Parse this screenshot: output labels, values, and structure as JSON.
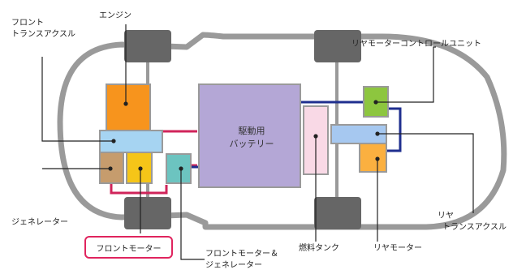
{
  "labels": {
    "engine": "エンジン",
    "front_transaxle_1": "フロント",
    "front_transaxle_2": "トランスアクスル",
    "rear_control_unit": "リヤモーターコントロールユニット",
    "battery_1": "駆動用",
    "battery_2": "バッテリー",
    "generator": "ジェネレーター",
    "front_motor": "フロントモーター",
    "front_motor_generator_1": "フロントモーター＆",
    "front_motor_generator_2": "ジェネレーター",
    "fuel_tank": "燃料タンク",
    "rear_motor": "リヤモーター",
    "rear_transaxle_1": "リヤ",
    "rear_transaxle_2": "トランスアクスル"
  },
  "colors": {
    "car_outline": "#9a9a9a",
    "wheel": "#666666",
    "engine": "#f7941d",
    "front_transaxle": "#a6d4f2",
    "generator": "#c69c6d",
    "front_motor": "#f5c518",
    "pcu": "#6cc4c0",
    "battery": "#b4a7d6",
    "fuel_tank": "#f9d9e6",
    "rear_control_unit": "#8dc63f",
    "rear_transaxle": "#a6c8f0",
    "rear_motor": "#fbb040",
    "wire_red": "#d0245a",
    "wire_blue": "#1f2f8f",
    "highlight": "#e0245e"
  }
}
